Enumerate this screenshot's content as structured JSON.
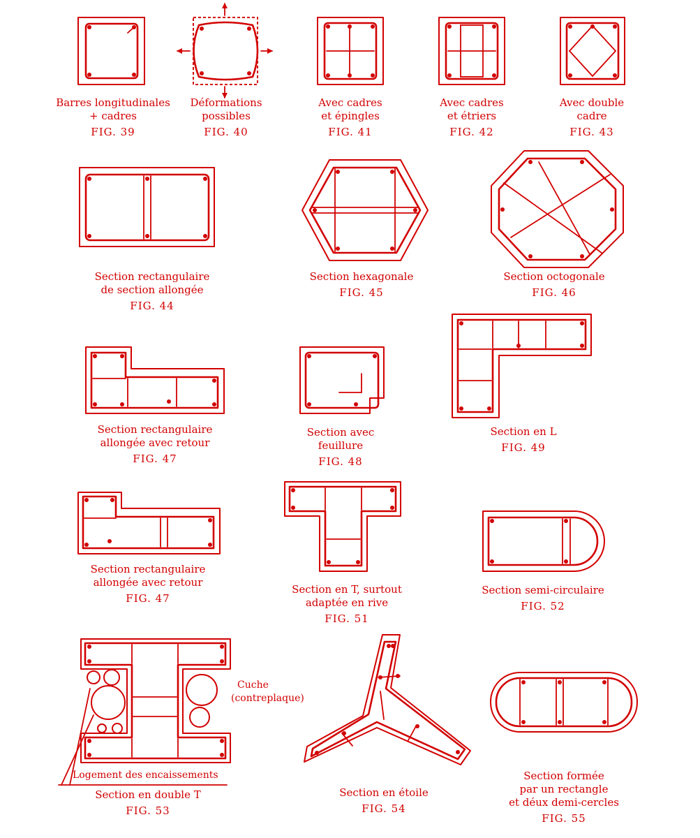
{
  "figures": {
    "f39": {
      "line1": "Barres longitudinales",
      "line2": "+ cadres",
      "fig": "FIG. 39"
    },
    "f40": {
      "line1": "Déformations",
      "line2": "possibles",
      "fig": "FIG. 40"
    },
    "f41": {
      "line1": "Avec cadres",
      "line2": "et épingles",
      "fig": "FIG. 41"
    },
    "f42": {
      "line1": "Avec cadres",
      "line2": "et étriers",
      "fig": "FIG. 42"
    },
    "f43": {
      "line1": "Avec double",
      "line2": "cadre",
      "fig": "FIG. 43"
    },
    "f44": {
      "line1": "Section rectangulaire",
      "line2": "de section allongée",
      "fig": "FIG. 44"
    },
    "f45": {
      "line1": "Section hexagonale",
      "fig": "FIG. 45"
    },
    "f46": {
      "line1": "Section octogonale",
      "fig": "FIG. 46"
    },
    "f47a": {
      "line1": "Section rectangulaire",
      "line2": "allongée avec retour",
      "fig": "FIG. 47"
    },
    "f48": {
      "line1": "Section avec",
      "line2": "feuillure",
      "fig": "FIG. 48"
    },
    "f49": {
      "line1": "Section en L",
      "fig": "FIG. 49"
    },
    "f47b": {
      "line1": "Section rectangulaire",
      "line2": "allongée avec retour",
      "fig": "FIG. 47"
    },
    "f51": {
      "line1": "Section en T, surtout",
      "line2": "adaptée en rive",
      "fig": "FIG. 51"
    },
    "f52": {
      "line1": "Section semi-circulaire",
      "fig": "FIG. 52"
    },
    "f53": {
      "line1": "Section en double T",
      "fig": "FIG. 53"
    },
    "f54": {
      "line1": "Section en étoile",
      "fig": "FIG. 54"
    },
    "f55": {
      "line1": "Section formée",
      "line2": "par un rectangle",
      "line3": "et déux demi-cercles",
      "fig": "FIG. 55"
    }
  },
  "annotations": {
    "cuche": "Cuche",
    "contreplaque": "(contreplaque)",
    "logement": "Logement des encaissements"
  },
  "colors": {
    "ink": "#d20000",
    "background": "#ffffff"
  }
}
